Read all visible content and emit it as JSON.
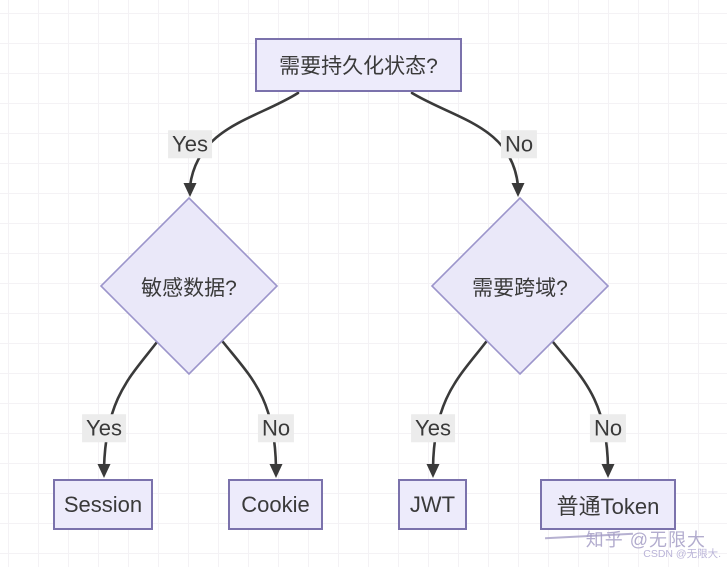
{
  "diagram": {
    "root": {
      "label": "需要持久化状态?"
    },
    "decisions": [
      {
        "label": "敏感数据?"
      },
      {
        "label": "需要跨域?"
      }
    ],
    "leaves": [
      {
        "label": "Session"
      },
      {
        "label": "Cookie"
      },
      {
        "label": "JWT"
      },
      {
        "label": "普通Token"
      }
    ],
    "edges": [
      {
        "from": "需要持久化状态?",
        "to": "敏感数据?",
        "label": "Yes"
      },
      {
        "from": "需要持久化状态?",
        "to": "需要跨域?",
        "label": "No"
      },
      {
        "from": "敏感数据?",
        "to": "Session",
        "label": "Yes"
      },
      {
        "from": "敏感数据?",
        "to": "Cookie",
        "label": "No"
      },
      {
        "from": "需要跨域?",
        "to": "JWT",
        "label": "Yes"
      },
      {
        "from": "需要跨域?",
        "to": "普通Token",
        "label": "No"
      }
    ],
    "colors": {
      "node_fill": "#edebfb",
      "node_border": "#7b72ac",
      "diamond_fill": "#eae8f9",
      "diamond_border": "#9c95cb",
      "edge_stroke": "#3a3a3a",
      "edge_label_bg": "#ececec",
      "grid_line": "#f4f2f5",
      "watermark": "#a49dc6"
    }
  },
  "watermark": {
    "line1": "知乎 @无限大",
    "line2": "CSDN @无限大."
  }
}
